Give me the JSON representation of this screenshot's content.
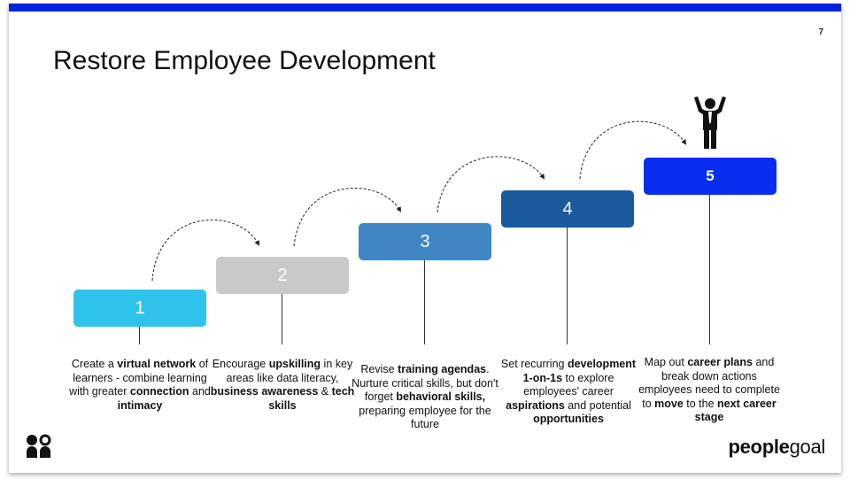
{
  "slide": {
    "page_number": "7",
    "title": "Restore Employee Development"
  },
  "steps": [
    {
      "label": "1",
      "color": "#2ec3ea",
      "desc": [
        {
          "t": "Create a ",
          "b": false
        },
        {
          "t": "virtual network",
          "b": true
        },
        {
          "t": " of learners - combine learning with greater ",
          "b": false
        },
        {
          "t": "connection",
          "b": true
        },
        {
          "t": " and ",
          "b": false
        },
        {
          "t": "intimacy",
          "b": true
        }
      ]
    },
    {
      "label": "2",
      "color": "#c9c9c9",
      "desc": [
        {
          "t": "Encourage ",
          "b": false
        },
        {
          "t": "upskilling",
          "b": true
        },
        {
          "t": " in key areas like data literacy, ",
          "b": false
        },
        {
          "t": "business awareness",
          "b": true
        },
        {
          "t": " & ",
          "b": false
        },
        {
          "t": "tech skills",
          "b": true
        }
      ]
    },
    {
      "label": "3",
      "color": "#3f86c5",
      "desc": [
        {
          "t": "Revise ",
          "b": false
        },
        {
          "t": "training agendas",
          "b": true
        },
        {
          "t": ". Nurture critical skills, but don't forget ",
          "b": false
        },
        {
          "t": "behavioral skills,",
          "b": true
        },
        {
          "t": " preparing employee for the future",
          "b": false
        }
      ]
    },
    {
      "label": "4",
      "color": "#1a5a9c",
      "desc": [
        {
          "t": "Set recurring ",
          "b": false
        },
        {
          "t": "development 1-on-1s",
          "b": true
        },
        {
          "t": " to explore employees' career ",
          "b": false
        },
        {
          "t": "aspirations",
          "b": true
        },
        {
          "t": " and potential ",
          "b": false
        },
        {
          "t": "opportunities",
          "b": true
        }
      ]
    },
    {
      "label": "5",
      "color": "#0a2ef0",
      "desc": [
        {
          "t": "Map out ",
          "b": false
        },
        {
          "t": "career plans",
          "b": true
        },
        {
          "t": " and break down actions employees need to complete to ",
          "b": false
        },
        {
          "t": "move",
          "b": true
        },
        {
          "t": " to the ",
          "b": false
        },
        {
          "t": "next career stage",
          "b": true
        }
      ]
    }
  ],
  "icons": {
    "success": "person-arms-raised-icon",
    "left_logo": "peoplegoal-mark-icon"
  },
  "brand": {
    "part1": "people",
    "part2": "goal"
  }
}
